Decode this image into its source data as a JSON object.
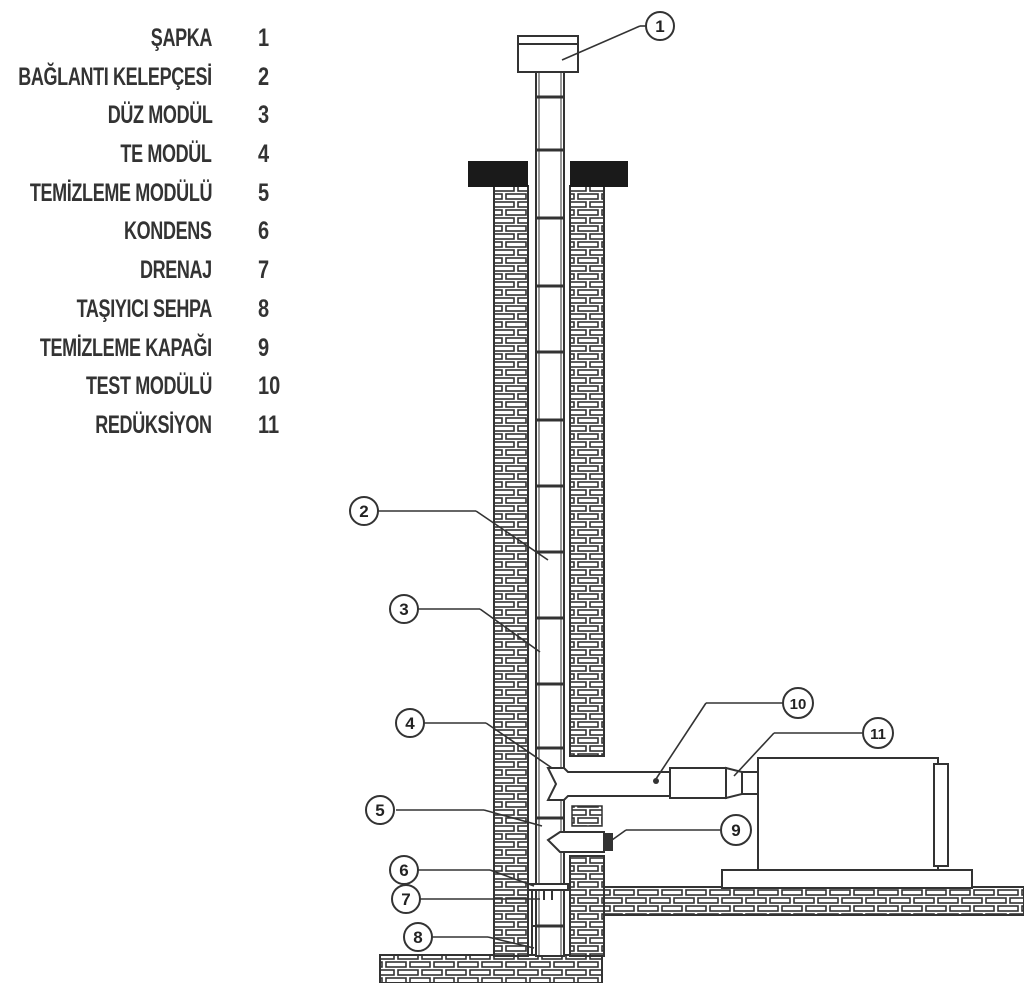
{
  "legend": {
    "items": [
      {
        "name": "ŞAPKA",
        "num": "1"
      },
      {
        "name": "BAĞLANTI KELEPÇESİ",
        "num": "2"
      },
      {
        "name": "DÜZ MODÜL",
        "num": "3"
      },
      {
        "name": "TE MODÜL",
        "num": "4"
      },
      {
        "name": "TEMİZLEME MODÜLÜ",
        "num": "5"
      },
      {
        "name": "KONDENS",
        "num": "6"
      },
      {
        "name": "DRENAJ",
        "num": "7"
      },
      {
        "name": "TAŞIYICI SEHPA",
        "num": "8"
      },
      {
        "name": "TEMİZLEME KAPAĞI",
        "num": "9"
      },
      {
        "name": "TEST MODÜLÜ",
        "num": "10"
      },
      {
        "name": "REDÜKSİYON",
        "num": "11"
      }
    ]
  },
  "callouts": {
    "c1": "1",
    "c2": "2",
    "c3": "3",
    "c4": "4",
    "c5": "5",
    "c6": "6",
    "c7": "7",
    "c8": "8",
    "c9": "9",
    "c10": "10",
    "c11": "11"
  },
  "colors": {
    "line": "#333333",
    "cap": "#1a1a1a",
    "fill": "#ffffff"
  }
}
